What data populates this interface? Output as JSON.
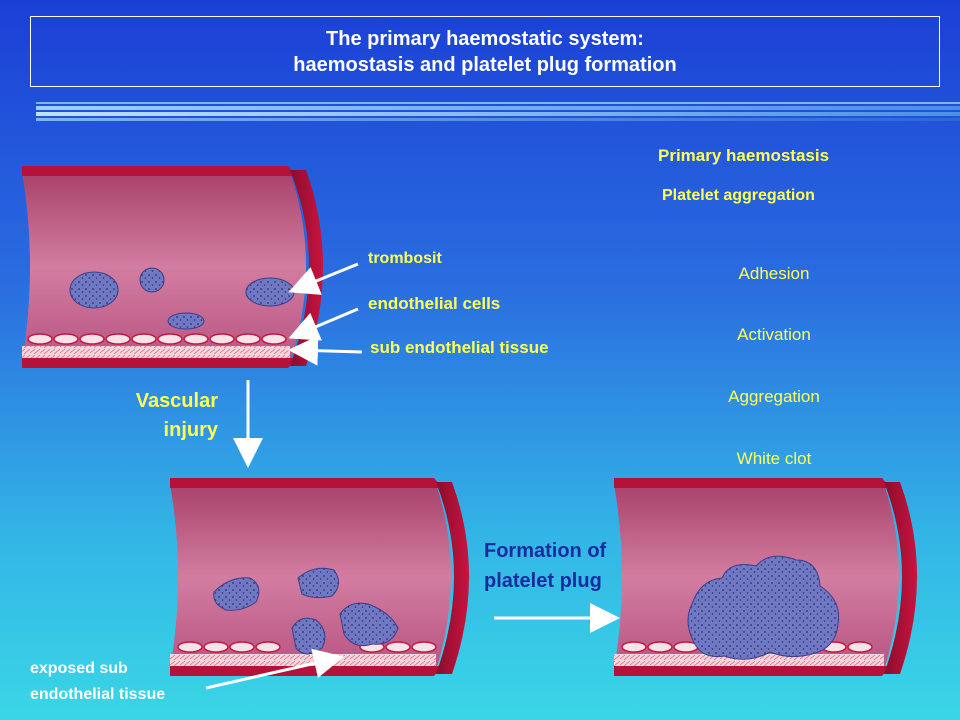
{
  "title": {
    "line1": "The primary haemostatic system:",
    "line2": "haemostasis and platelet plug formation"
  },
  "labels": {
    "trombosit": "trombosit",
    "endothelial_cells": "endothelial cells",
    "sub_endothelial": "sub endothelial tissue",
    "vascular_injury_1": "Vascular",
    "vascular_injury_2": "injury",
    "exposed_1": "exposed sub",
    "exposed_2": "endothelial tissue",
    "formation_1": "Formation of",
    "formation_2": "platelet plug"
  },
  "sidebar": {
    "heading": "Primary haemostasis",
    "subheading": "Platelet aggregation",
    "steps": [
      "Adhesion",
      "Activation",
      "Aggregation",
      "White clot"
    ]
  },
  "colors": {
    "vessel_wall": "#b5123a",
    "vessel_lumen": "#c45b86",
    "platelet": "#6f78c8",
    "label_yellow": "#ffff55",
    "label_blue": "#1a2aa0"
  }
}
